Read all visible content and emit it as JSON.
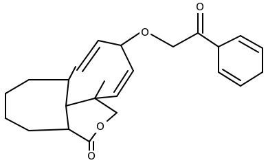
{
  "molecule": {
    "atom_labels": [
      {
        "id": "ether-oxygen",
        "text": "O"
      },
      {
        "id": "ketone-oxygen",
        "text": "O"
      },
      {
        "id": "ring-oxygen",
        "text": "O"
      },
      {
        "id": "lactone-carbonyl-oxygen",
        "text": "O"
      }
    ]
  }
}
